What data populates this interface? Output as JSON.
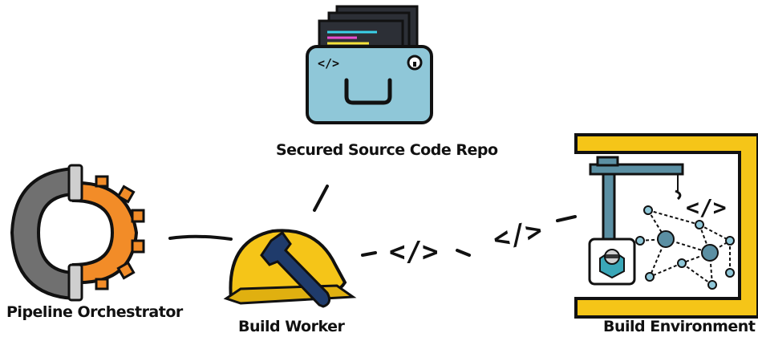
{
  "nodes": {
    "repo": {
      "label": "Secured Source Code Repo",
      "code_glyph": "</>"
    },
    "orchestrator": {
      "label": "Pipeline Orchestrator"
    },
    "worker": {
      "label": "Build Worker"
    },
    "environment": {
      "label": "Build Environment",
      "code_glyph": "</>"
    }
  },
  "connectors": {
    "code_token_1": "</>",
    "code_token_2": "</>"
  },
  "colors": {
    "yellow": "#f5c518",
    "orange": "#f28c28",
    "gray": "#707070",
    "teal": "#5b8fa3",
    "light_blue": "#8fc7d8",
    "navy": "#1f3b6b",
    "ink": "#111111"
  }
}
